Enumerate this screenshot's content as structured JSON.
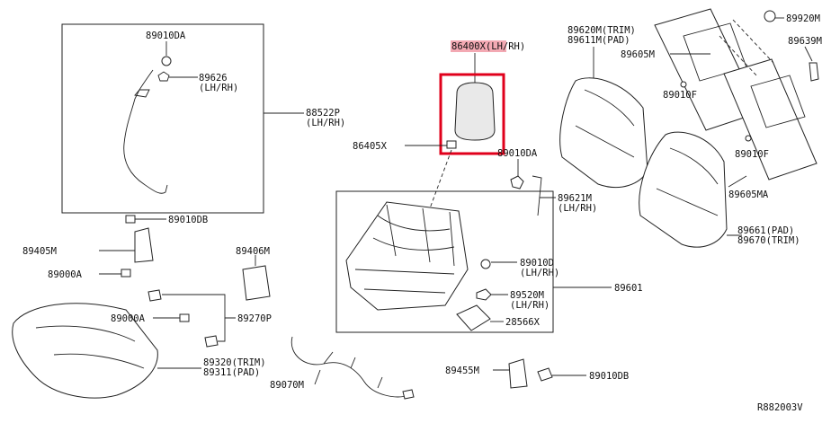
{
  "diagram_id": "R882003V",
  "highlight_color": "#e0001b",
  "label_highlight_color": "#f3a9b3",
  "labels": {
    "p89010DA_top": "89010DA",
    "p89626": "89626",
    "p89626_side": "(LH/RH)",
    "p88522P": "88522P",
    "p88522P_side": "(LH/RH)",
    "p86400X": "86400X(LH/RH)",
    "p86405X": "86405X",
    "p89010DA_mid": "89010DA",
    "p89621M": "89621M",
    "p89621M_side": "(LH/RH)",
    "p89620M": "89620M(TRIM)",
    "p89611M": "89611M(PAD)",
    "p89605M": "89605M",
    "p89920M": "89920M",
    "p89639M": "89639M",
    "p89010F_a": "89010F",
    "p89010F_b": "89010F",
    "p89605MA": "89605MA",
    "p89661": "89661(PAD)",
    "p89670": "89670(TRIM)",
    "p89010DB_top": "89010DB",
    "p89405M": "89405M",
    "p89000A_a": "89000A",
    "p89406M": "89406M",
    "p89000A_b": "89000A",
    "p89270P": "89270P",
    "p89320": "89320(TRIM)",
    "p89311": "89311(PAD)",
    "p89010D": "89010D",
    "p89010D_side": "(LH/RH)",
    "p89520M": "89520M",
    "p89520M_side": "(LH/RH)",
    "p28566X": "28566X",
    "p89601": "89601",
    "p89070M": "89070M",
    "p89455M": "89455M",
    "p89010DB_bot": "89010DB"
  }
}
